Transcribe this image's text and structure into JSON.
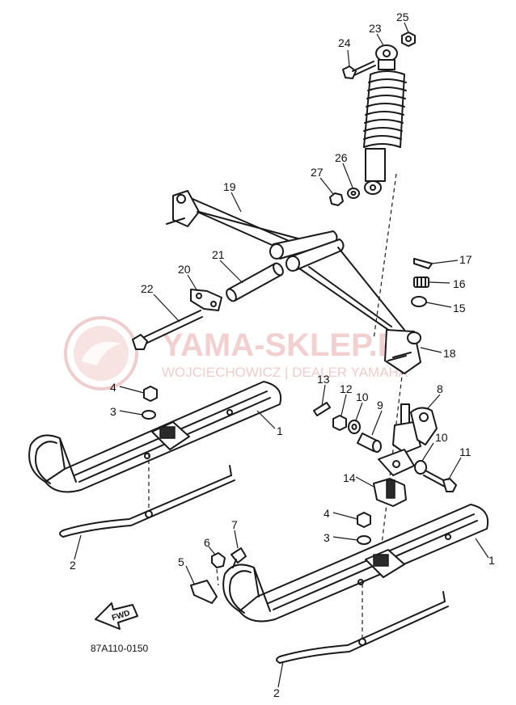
{
  "watermark": {
    "brand": "YAMA-SKLEP.PL",
    "tagline": "WOJCIECHOWICZ | DEALER YAMAHA",
    "color": "#e8aaaa"
  },
  "diagram_code": "87A110-0150",
  "fwd_label": "FWD",
  "callouts": {
    "c1a": "1",
    "c1b": "1",
    "c2a": "2",
    "c2b": "2",
    "c3a": "3",
    "c3b": "3",
    "c4a": "4",
    "c4b": "4",
    "c5": "5",
    "c6": "6",
    "c7": "7",
    "c8": "8",
    "c9": "9",
    "c10a": "10",
    "c10b": "10",
    "c11": "11",
    "c12": "12",
    "c13": "13",
    "c14": "14",
    "c15": "15",
    "c16": "16",
    "c17": "17",
    "c18": "18",
    "c19": "19",
    "c20": "20",
    "c21": "21",
    "c22": "22",
    "c23": "23",
    "c24": "24",
    "c25": "25",
    "c26": "26",
    "c27": "27"
  }
}
